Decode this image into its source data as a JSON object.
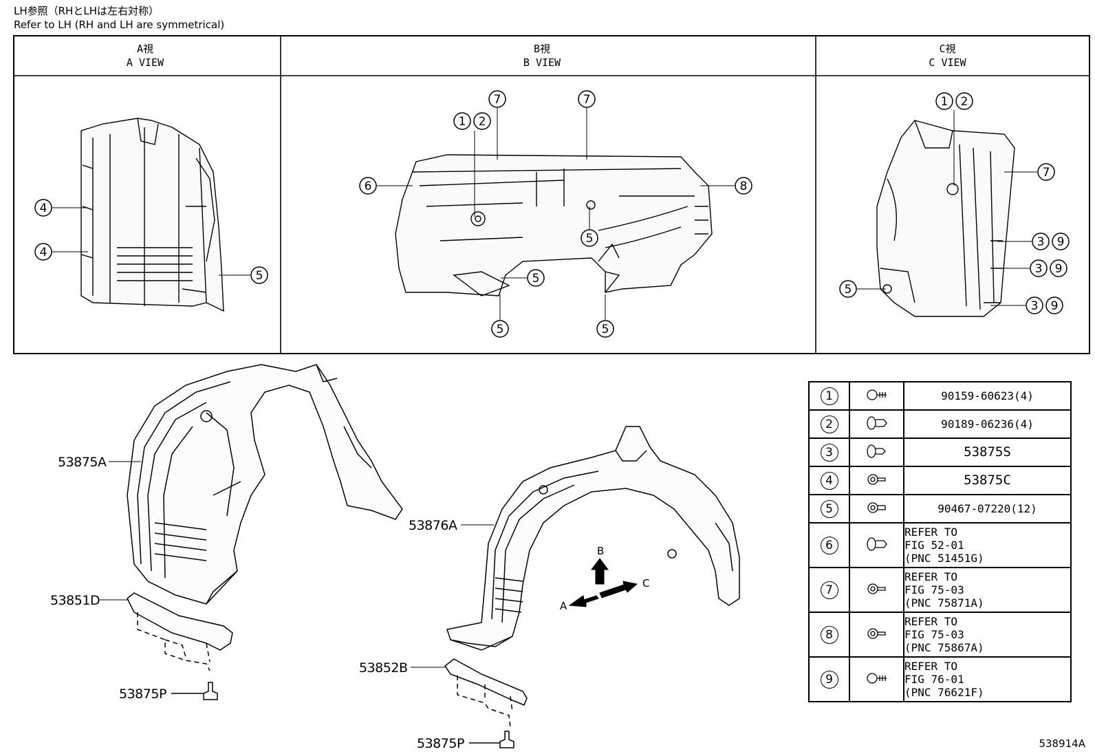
{
  "header": {
    "note_jp": "LH参照（RHとLHは左右対称）",
    "note_en": "Refer to LH (RH and LH are symmetrical)"
  },
  "views": [
    {
      "jp": "A視",
      "en": "A VIEW"
    },
    {
      "jp": "B視",
      "en": "B VIEW"
    },
    {
      "jp": "C視",
      "en": "C VIEW"
    }
  ],
  "callouts": {
    "n1": "1",
    "n2": "2",
    "n3": "3",
    "n4": "4",
    "n5": "5",
    "n6": "6",
    "n7": "7",
    "n8": "8",
    "n9": "9"
  },
  "arrows": {
    "a": "A",
    "b": "B",
    "c": "C"
  },
  "parts": {
    "p53875A": "53875A",
    "p53876A": "53876A",
    "p53851D": "53851D",
    "p53852B": "53852B",
    "p53875P_left": "53875P",
    "p53875P_right": "53875P"
  },
  "legend": [
    {
      "num": "1",
      "icon": "screw-grommet-icon",
      "lines": [
        "90159-60623(4)"
      ]
    },
    {
      "num": "2",
      "icon": "push-clip-icon",
      "lines": [
        "90189-06236(4)"
      ]
    },
    {
      "num": "3",
      "icon": "push-clip-icon",
      "lines": [
        "53875S"
      ]
    },
    {
      "num": "4",
      "icon": "clip-icon",
      "lines": [
        "53875C"
      ]
    },
    {
      "num": "5",
      "icon": "clip-icon",
      "lines": [
        "90467-07220(12)"
      ]
    },
    {
      "num": "6",
      "icon": "push-clip-icon",
      "lines": [
        "REFER TO",
        "FIG 52-01",
        "(PNC 51451G)"
      ]
    },
    {
      "num": "7",
      "icon": "clip-icon",
      "lines": [
        "REFER TO",
        "FIG 75-03",
        "(PNC 75871A)"
      ]
    },
    {
      "num": "8",
      "icon": "clip-icon",
      "lines": [
        "REFER TO",
        "FIG 75-03",
        "(PNC 75867A)"
      ]
    },
    {
      "num": "9",
      "icon": "screw-grommet-icon",
      "lines": [
        "REFER TO",
        "FIG 76-01",
        "(PNC 76621F)"
      ]
    }
  ],
  "figure_id": "538914A"
}
